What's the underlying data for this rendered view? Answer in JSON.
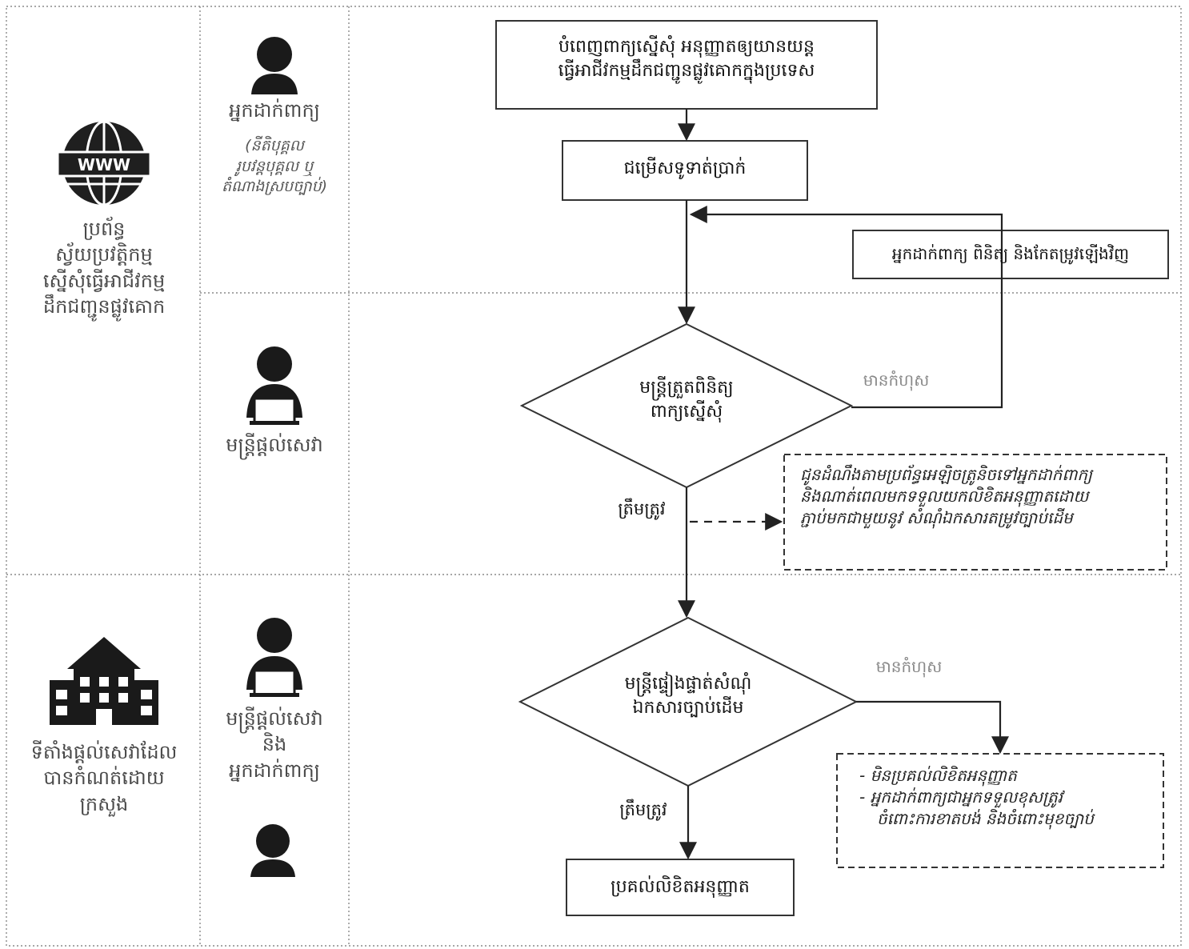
{
  "lanes": {
    "online_system": [
      "ប្រព័ន្ធ",
      "ស្វ័យប្រវត្តិកម្ម",
      "ស្នើសុំធ្វើអាជីវកម្ម",
      "ដឹកជញ្ជូនផ្លូវគោក"
    ],
    "physical_office": [
      "ទីតាំងផ្តល់សេវាដែល",
      "បានកំណត់ដោយ",
      "ក្រសួង"
    ]
  },
  "actors": {
    "applicant": "អ្នកដាក់ពាក្យ",
    "applicant_sub": [
      "(នីតិបុគ្គល",
      "រូបវន្តបុគ្គល ឬ",
      "តំណាងស្របច្បាប់)"
    ],
    "officer": "មន្ត្រីផ្តល់សេវា",
    "officer_and": "និង",
    "officer_applicant": "អ្នកដាក់ពាក្យ"
  },
  "flow": {
    "step1": [
      "បំពេញពាក្យស្នើសុំ អនុញ្ញាតឲ្យយានយន្ត",
      "ធ្វើអាជីវកម្មដឹកជញ្ជូនផ្លូវគោកក្នុងប្រទេស"
    ],
    "step2": "ជម្រើសទូទាត់ប្រាក់",
    "correction": "អ្នកដាក់ពាក្យ ពិនិត្យ និងកែតម្រូវឡើងវិញ",
    "decision1": [
      "មន្ត្រីត្រួតពិនិត្យ",
      "ពាក្យស្នើសុំ"
    ],
    "error1": "មានកំហុស",
    "ok1": "ត្រឹមត្រូវ",
    "notice": [
      "ជូនដំណឹងតាមប្រព័ន្ធអេឡិចត្រូនិចទៅអ្នកដាក់ពាក្យ",
      "និងណាត់ពេលមកទទួលយកលិខិតអនុញ្ញាតដោយ",
      "ភ្ជាប់មកជាមួយនូវ សំណុំឯកសារតម្រូវច្បាប់ដើម"
    ],
    "decision2": [
      "មន្ត្រីផ្ទៀងផ្ទាត់សំណុំ",
      "ឯកសារច្បាប់ដើម"
    ],
    "error2": "មានកំហុស",
    "ok2": "ត្រឹមត្រូវ",
    "reject": [
      "-  មិនប្រគល់លិខិតអនុញ្ញាត",
      "-  អ្នកដាក់ពាក្យជាអ្នកទទួលខុសត្រូវ",
      "ចំពោះការខាតបង់ និងចំពោះមុខច្បាប់"
    ],
    "final": "ប្រគល់លិខិតអនុញ្ញាត"
  },
  "icons": [
    "www-globe-icon",
    "person-icon",
    "person-laptop-icon",
    "building-icon"
  ]
}
